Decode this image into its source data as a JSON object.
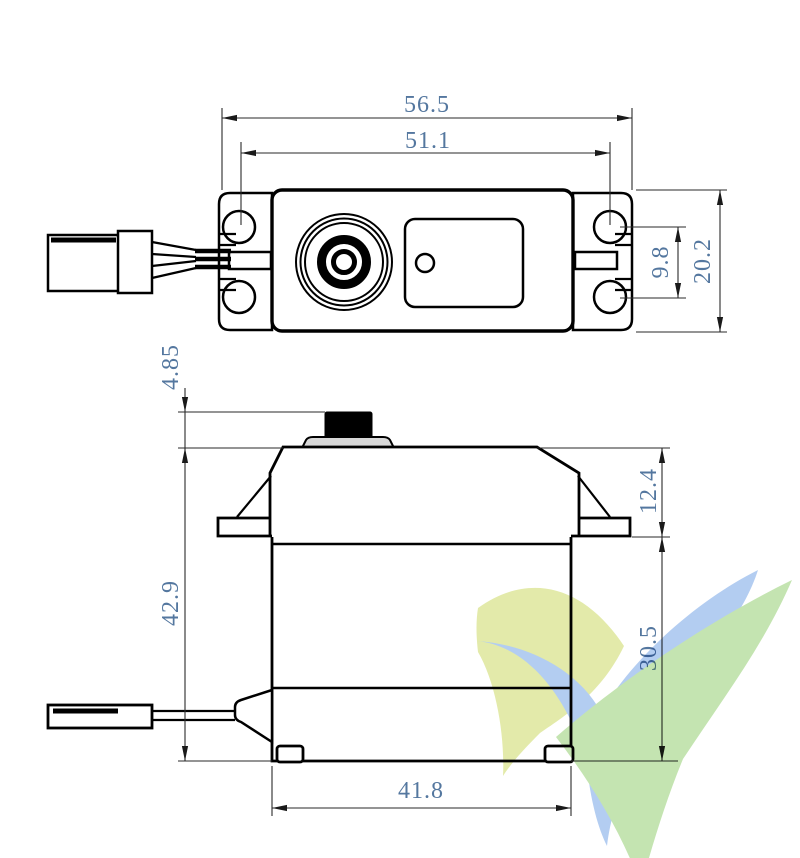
{
  "drawing": {
    "type": "technical-drawing-two-view-servo",
    "dim_text_color": "#54779f",
    "line_color": "#1a1a1a",
    "dimensions": {
      "top_overall_width": "56.5",
      "top_mount_hole_spacing": "51.1",
      "top_tab_hole_pitch": "9.8",
      "top_body_depth": "20.2",
      "side_shaft_height": "4.85",
      "side_upper_section_height": "12.4",
      "side_total_height": "42.9",
      "side_lower_section_height": "30.5",
      "side_body_length": "41.8"
    },
    "watermark": {
      "yellow": "#dfe89e",
      "blue": "#a9c6ef",
      "green": "#bce1a6"
    }
  }
}
